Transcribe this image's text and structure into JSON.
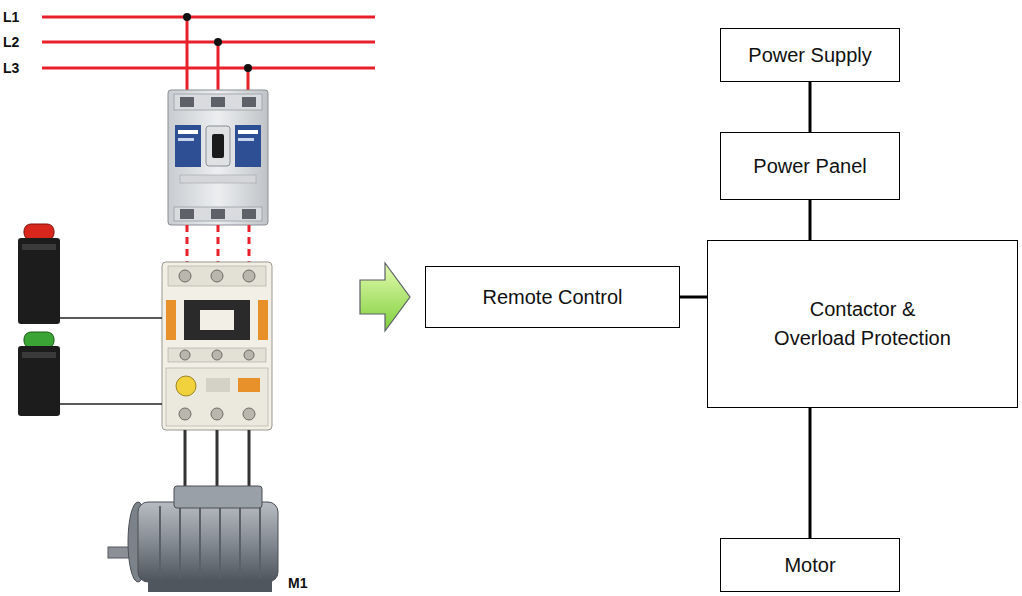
{
  "diagram": {
    "nodes": [
      {
        "text": [
          "Power Supply"
        ]
      },
      {
        "text": [
          "Power Panel"
        ]
      },
      {
        "text": [
          "Remote Control"
        ]
      },
      {
        "text": [
          "Contactor & Overload Protection"
        ]
      },
      {
        "text": [
          "Motor"
        ]
      }
    ],
    "edges": [
      {
        "from": 0,
        "to": 1,
        "arrow": "none"
      },
      {
        "from": 1,
        "to": 3,
        "arrow": "none"
      },
      {
        "from": 2,
        "to": 3,
        "arrow": "none"
      },
      {
        "from": 3,
        "to": 4,
        "arrow": "none"
      }
    ],
    "labels": [
      "L1",
      "L2",
      "L3",
      "M1"
    ]
  }
}
